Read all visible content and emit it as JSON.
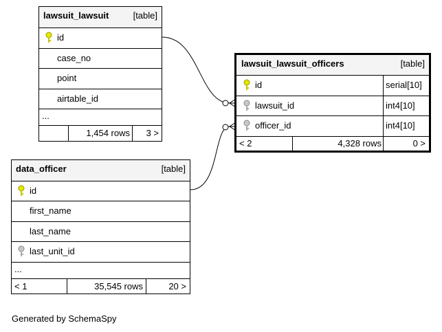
{
  "colors": {
    "primary_key": "#e6e600",
    "foreign_key": "#aaaaaa",
    "header_bg": "#f4f4f4",
    "border": "#000000"
  },
  "tables": {
    "lawsuit": {
      "name": "lawsuit_lawsuit",
      "type": "[table]",
      "columns": [
        {
          "name": "id",
          "key": "primary-key"
        },
        {
          "name": "case_no",
          "key": ""
        },
        {
          "name": "point",
          "key": ""
        },
        {
          "name": "airtable_id",
          "key": ""
        }
      ],
      "ellipsis": "...",
      "footer": {
        "parents": "",
        "rows": "1,454 rows",
        "children": "3 >"
      }
    },
    "officers": {
      "name": "lawsuit_lawsuit_officers",
      "type": "[table]",
      "columns": [
        {
          "name": "id",
          "type": "serial[10]",
          "key": "primary-key"
        },
        {
          "name": "lawsuit_id",
          "type": "int4[10]",
          "key": "foreign-key"
        },
        {
          "name": "officer_id",
          "type": "int4[10]",
          "key": "foreign-key"
        }
      ],
      "footer": {
        "parents": "< 2",
        "rows": "4,328 rows",
        "children": "0 >"
      }
    },
    "officer": {
      "name": "data_officer",
      "type": "[table]",
      "columns": [
        {
          "name": "id",
          "key": "primary-key"
        },
        {
          "name": "first_name",
          "key": ""
        },
        {
          "name": "last_name",
          "key": ""
        },
        {
          "name": "last_unit_id",
          "key": "foreign-key"
        }
      ],
      "ellipsis": "...",
      "footer": {
        "parents": "< 1",
        "rows": "35,545 rows",
        "children": "20 >"
      }
    }
  },
  "relationships": [
    {
      "from": "lawsuit_lawsuit.id",
      "to": "lawsuit_lawsuit_officers.lawsuit_id"
    },
    {
      "from": "data_officer.id",
      "to": "lawsuit_lawsuit_officers.officer_id"
    }
  ],
  "footer_text": "Generated by SchemaSpy"
}
